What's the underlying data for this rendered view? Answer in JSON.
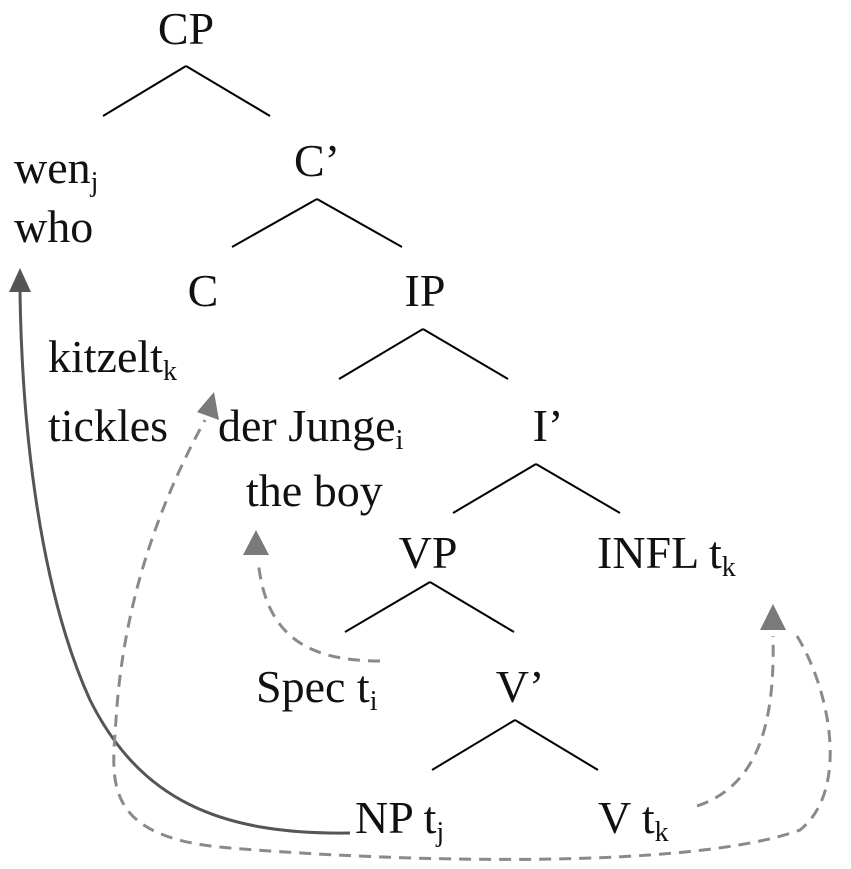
{
  "nodes": {
    "cp": "CP",
    "wen": "wen",
    "wen_sub": "j",
    "who": "who",
    "c_bar": "C’",
    "c": "C",
    "kitzelt": "kitzelt",
    "kitzelt_sub": "k",
    "tickles": "tickles",
    "ip": "IP",
    "der_junge": "der Junge",
    "der_junge_sub": "i",
    "the_boy": "the boy",
    "i_bar": "I’",
    "vp": "VP",
    "infl": "INFL t",
    "infl_sub": "k",
    "spec": "Spec t",
    "spec_sub": "i",
    "v_bar": "V’",
    "np": "NP t",
    "np_sub": "j",
    "v": "V t",
    "v_sub": "k"
  },
  "colors": {
    "text": "#111111",
    "tree_lines": "#000000",
    "solid_arrow": "#555555",
    "dashed_arrow": "#8a8a8a"
  }
}
